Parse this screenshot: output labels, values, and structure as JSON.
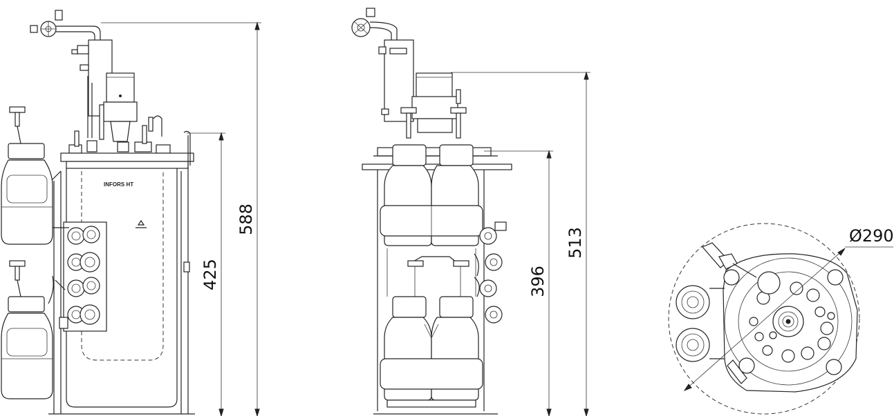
{
  "views": {
    "side": {
      "dimensions": [
        "588",
        "425"
      ],
      "brand_label": "INFORS HT"
    },
    "front": {
      "dimensions": [
        "513",
        "396"
      ]
    },
    "top": {
      "diameter": "Ø290"
    }
  }
}
